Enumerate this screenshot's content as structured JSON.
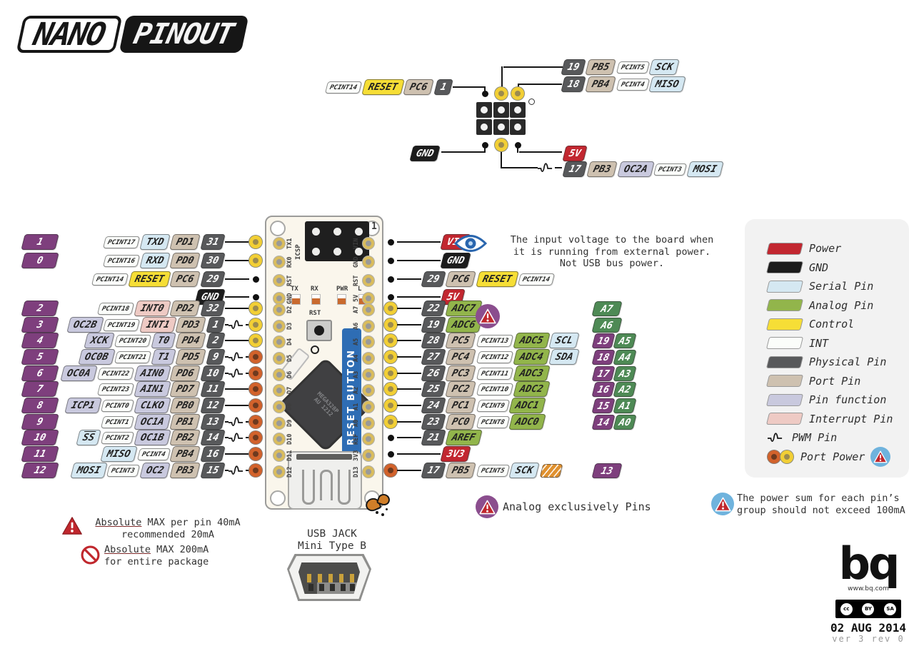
{
  "logo": {
    "name": "NANO",
    "variant": "PINOUT"
  },
  "colors": {
    "power": "#C22730",
    "gnd": "#1C1C1C",
    "serial": "#D5E8F2",
    "analog": "#92B54B",
    "analog_dark": "#4E8A55",
    "control": "#F6DE36",
    "int": "#FBFDFA",
    "physical": "#58595B",
    "port": "#CEC1B0",
    "pin_function": "#C9C9DE",
    "interrupt": "#EECAC4",
    "digital_purple": "#7E3F7D",
    "led": "#E0912F",
    "pin_yellow": "#F2CF35",
    "pin_orange": "#D2622B",
    "banner_blue": "#2E6DB4",
    "board": "#FAF6EC"
  },
  "icsp_header": {
    "sck": [
      {
        "t": "19",
        "c": "physical"
      },
      {
        "t": "PB5",
        "c": "port"
      },
      {
        "t": "PCINT5",
        "c": "int"
      },
      {
        "t": "SCK",
        "c": "serial"
      }
    ],
    "miso": [
      {
        "t": "18",
        "c": "physical"
      },
      {
        "t": "PB4",
        "c": "port"
      },
      {
        "t": "PCINT4",
        "c": "int"
      },
      {
        "t": "MISO",
        "c": "serial"
      }
    ],
    "reset": [
      {
        "t": "PCINT14",
        "c": "int"
      },
      {
        "t": "RESET",
        "c": "control"
      },
      {
        "t": "PC6",
        "c": "port"
      },
      {
        "t": "1",
        "c": "physical"
      }
    ],
    "gnd": [
      {
        "t": "GND",
        "c": "gnd"
      }
    ],
    "v5": [
      {
        "t": "5V",
        "c": "power"
      }
    ],
    "mosi": [
      {
        "t": "17",
        "c": "physical"
      },
      {
        "t": "PB3",
        "c": "port"
      },
      {
        "t": "OC2A",
        "c": "function"
      },
      {
        "t": "PCINT3",
        "c": "int"
      },
      {
        "t": "MOSI",
        "c": "serial"
      }
    ]
  },
  "left_rows": [
    {
      "digit": "1",
      "badges": [
        {
          "t": "PCINT17",
          "c": "int"
        },
        {
          "t": "TXD",
          "c": "serial"
        },
        {
          "t": "PD1",
          "c": "port"
        },
        {
          "t": "31",
          "c": "physical"
        }
      ],
      "pin": "yellow"
    },
    {
      "digit": "0",
      "badges": [
        {
          "t": "PCINT16",
          "c": "int"
        },
        {
          "t": "RXD",
          "c": "serial"
        },
        {
          "t": "PD0",
          "c": "port"
        },
        {
          "t": "30",
          "c": "physical"
        }
      ],
      "pin": "yellow"
    },
    {
      "digit": null,
      "badges": [
        {
          "t": "PCINT14",
          "c": "int"
        },
        {
          "t": "RESET",
          "c": "control"
        },
        {
          "t": "PC6",
          "c": "port"
        },
        {
          "t": "29",
          "c": "physical"
        }
      ],
      "pin": "dot"
    },
    {
      "digit": null,
      "badges": [
        {
          "t": "GND",
          "c": "gnd"
        }
      ],
      "pin": "dot"
    },
    {
      "digit": "2",
      "badges": [
        {
          "t": "PCINT18",
          "c": "int"
        },
        {
          "t": "INT0",
          "c": "interrupt"
        },
        {
          "t": "PD2",
          "c": "port"
        },
        {
          "t": "32",
          "c": "physical"
        }
      ],
      "pin": "yellow"
    },
    {
      "digit": "3",
      "badges": [
        {
          "t": "OC2B",
          "c": "function"
        },
        {
          "t": "PCINT19",
          "c": "int"
        },
        {
          "t": "INT1",
          "c": "interrupt"
        },
        {
          "t": "PD3",
          "c": "port"
        },
        {
          "t": "1",
          "c": "physical"
        }
      ],
      "pin": "yellow",
      "pwm": true
    },
    {
      "digit": "4",
      "badges": [
        {
          "t": "XCK",
          "c": "function"
        },
        {
          "t": "PCINT20",
          "c": "int"
        },
        {
          "t": "T0",
          "c": "function"
        },
        {
          "t": "PD4",
          "c": "port"
        },
        {
          "t": "2",
          "c": "physical"
        }
      ],
      "pin": "yellow"
    },
    {
      "digit": "5",
      "badges": [
        {
          "t": "OC0B",
          "c": "function"
        },
        {
          "t": "PCINT21",
          "c": "int"
        },
        {
          "t": "T1",
          "c": "function"
        },
        {
          "t": "PD5",
          "c": "port"
        },
        {
          "t": "9",
          "c": "physical"
        }
      ],
      "pin": "orange",
      "pwm": true
    },
    {
      "digit": "6",
      "badges": [
        {
          "t": "OC0A",
          "c": "function"
        },
        {
          "t": "PCINT22",
          "c": "int"
        },
        {
          "t": "AIN0",
          "c": "function"
        },
        {
          "t": "PD6",
          "c": "port"
        },
        {
          "t": "10",
          "c": "physical"
        }
      ],
      "pin": "orange",
      "pwm": true
    },
    {
      "digit": "7",
      "badges": [
        {
          "t": "PCINT23",
          "c": "int"
        },
        {
          "t": "AIN1",
          "c": "function"
        },
        {
          "t": "PD7",
          "c": "port"
        },
        {
          "t": "11",
          "c": "physical"
        }
      ],
      "pin": "orange"
    },
    {
      "digit": "8",
      "badges": [
        {
          "t": "ICP1",
          "c": "function"
        },
        {
          "t": "PCINT0",
          "c": "int"
        },
        {
          "t": "CLKO",
          "c": "function"
        },
        {
          "t": "PB0",
          "c": "port"
        },
        {
          "t": "12",
          "c": "physical"
        }
      ],
      "pin": "orange"
    },
    {
      "digit": "9",
      "badges": [
        {
          "t": "PCINT1",
          "c": "int"
        },
        {
          "t": "OC1A",
          "c": "function"
        },
        {
          "t": "PB1",
          "c": "port"
        },
        {
          "t": "13",
          "c": "physical"
        }
      ],
      "pin": "orange",
      "pwm": true
    },
    {
      "digit": "10",
      "badges": [
        {
          "t": "SS",
          "c": "serial",
          "o": true
        },
        {
          "t": "PCINT2",
          "c": "int"
        },
        {
          "t": "OC1B",
          "c": "function"
        },
        {
          "t": "PB2",
          "c": "port"
        },
        {
          "t": "14",
          "c": "physical"
        }
      ],
      "pin": "orange",
      "pwm": true
    },
    {
      "digit": "11",
      "badges": [
        {
          "t": "MISO",
          "c": "serial"
        },
        {
          "t": "PCINT4",
          "c": "int"
        },
        {
          "t": "PB4",
          "c": "port"
        },
        {
          "t": "16",
          "c": "physical"
        }
      ],
      "pin": "orange"
    },
    {
      "digit": "12",
      "badges": [
        {
          "t": "MOSI",
          "c": "serial"
        },
        {
          "t": "PCINT3",
          "c": "int"
        },
        {
          "t": "OC2",
          "c": "function"
        },
        {
          "t": "PB3",
          "c": "port"
        },
        {
          "t": "15",
          "c": "physical"
        }
      ],
      "pin": "orange",
      "pwm": true
    }
  ],
  "right_rows": [
    {
      "badges": [
        {
          "t": "VIN",
          "c": "power"
        }
      ],
      "pin": "dot",
      "indent": true
    },
    {
      "badges": [
        {
          "t": "GND",
          "c": "gnd"
        }
      ],
      "pin": "dot",
      "indent": true
    },
    {
      "badges": [
        {
          "t": "29",
          "c": "physical"
        },
        {
          "t": "PC6",
          "c": "port"
        },
        {
          "t": "RESET",
          "c": "control"
        },
        {
          "t": "PCINT14",
          "c": "int"
        }
      ],
      "pin": "dot"
    },
    {
      "badges": [
        {
          "t": "5V",
          "c": "power"
        }
      ],
      "pin": "dot",
      "indent": true
    },
    {
      "badges": [
        {
          "t": "22",
          "c": "physical"
        },
        {
          "t": "ADC7",
          "c": "analog"
        }
      ],
      "pin": "yellow",
      "far": [
        {
          "t": "A7",
          "c": "agreen",
          "w": true
        }
      ]
    },
    {
      "badges": [
        {
          "t": "19",
          "c": "physical"
        },
        {
          "t": "ADC6",
          "c": "analog"
        }
      ],
      "pin": "yellow",
      "far": [
        {
          "t": "A6",
          "c": "agreen",
          "w": true
        }
      ]
    },
    {
      "badges": [
        {
          "t": "28",
          "c": "physical"
        },
        {
          "t": "PC5",
          "c": "port"
        },
        {
          "t": "PCINT13",
          "c": "int"
        },
        {
          "t": "ADC5",
          "c": "analog"
        },
        {
          "t": "SCL",
          "c": "serial"
        }
      ],
      "pin": "yellow",
      "far": [
        {
          "t": "19",
          "c": "apurple"
        },
        {
          "t": "A5",
          "c": "agreen"
        }
      ]
    },
    {
      "badges": [
        {
          "t": "27",
          "c": "physical"
        },
        {
          "t": "PC4",
          "c": "port"
        },
        {
          "t": "PCINT12",
          "c": "int"
        },
        {
          "t": "ADC4",
          "c": "analog"
        },
        {
          "t": "SDA",
          "c": "serial"
        }
      ],
      "pin": "yellow",
      "far": [
        {
          "t": "18",
          "c": "apurple"
        },
        {
          "t": "A4",
          "c": "agreen"
        }
      ]
    },
    {
      "badges": [
        {
          "t": "26",
          "c": "physical"
        },
        {
          "t": "PC3",
          "c": "port"
        },
        {
          "t": "PCINT11",
          "c": "int"
        },
        {
          "t": "ADC3",
          "c": "analog"
        }
      ],
      "pin": "yellow",
      "far": [
        {
          "t": "17",
          "c": "apurple"
        },
        {
          "t": "A3",
          "c": "agreen"
        }
      ]
    },
    {
      "badges": [
        {
          "t": "25",
          "c": "physical"
        },
        {
          "t": "PC2",
          "c": "port"
        },
        {
          "t": "PCINT10",
          "c": "int"
        },
        {
          "t": "ADC2",
          "c": "analog"
        }
      ],
      "pin": "yellow",
      "far": [
        {
          "t": "16",
          "c": "apurple"
        },
        {
          "t": "A2",
          "c": "agreen"
        }
      ]
    },
    {
      "badges": [
        {
          "t": "24",
          "c": "physical"
        },
        {
          "t": "PC1",
          "c": "port"
        },
        {
          "t": "PCINT9",
          "c": "int"
        },
        {
          "t": "ADC1",
          "c": "analog"
        }
      ],
      "pin": "yellow",
      "far": [
        {
          "t": "15",
          "c": "apurple"
        },
        {
          "t": "A1",
          "c": "agreen"
        }
      ]
    },
    {
      "badges": [
        {
          "t": "23",
          "c": "physical"
        },
        {
          "t": "PC0",
          "c": "port"
        },
        {
          "t": "PCINT8",
          "c": "int"
        },
        {
          "t": "ADC0",
          "c": "analog"
        }
      ],
      "pin": "yellow",
      "far": [
        {
          "t": "14",
          "c": "apurple"
        },
        {
          "t": "A0",
          "c": "agreen"
        }
      ]
    },
    {
      "badges": [
        {
          "t": "21",
          "c": "physical"
        },
        {
          "t": "AREF",
          "c": "analog"
        }
      ],
      "pin": "dot"
    },
    {
      "badges": [
        {
          "t": "3V3",
          "c": "power"
        }
      ],
      "pin": "dot",
      "indent": true
    },
    {
      "badges": [
        {
          "t": "17",
          "c": "physical"
        },
        {
          "t": "PB5",
          "c": "port"
        },
        {
          "t": "PCINT5",
          "c": "int"
        },
        {
          "t": "SCK",
          "c": "serial"
        },
        {
          "t": "",
          "c": "led"
        }
      ],
      "pin": "orange",
      "far": [
        {
          "t": "13",
          "c": "apurple",
          "w": true
        }
      ]
    }
  ],
  "vin_note": {
    "l1": "The input voltage to the board when",
    "l2": "it is running from external power.",
    "l3": "Not USB bus power."
  },
  "board": {
    "icsp_label": "ICSP",
    "icsp_pin1": "1",
    "left_pads": [
      "TX1",
      "RX0",
      "RST",
      "GND",
      "D2",
      "D3",
      "D4",
      "D5",
      "D6",
      "D7",
      "D8",
      "D9",
      "D10",
      "D11",
      "D12"
    ],
    "right_pads": [
      "VIN",
      "GND",
      "RST",
      "5V",
      "A7",
      "A6",
      "A5",
      "A4",
      "A3",
      "A2",
      "A1",
      "A0",
      "REF",
      "3V3",
      "D13"
    ],
    "leds": [
      "TX",
      "RX",
      "PWR",
      "L"
    ],
    "reset_label": "RST",
    "reset_banner": "RESET BUTTON",
    "chip_line1": "MEGA328P",
    "chip_line2": "AU 1212"
  },
  "legend": {
    "items": [
      {
        "label": "Power",
        "c": "power"
      },
      {
        "label": "GND",
        "c": "gnd"
      },
      {
        "label": "Serial Pin",
        "c": "serial"
      },
      {
        "label": "Analog Pin",
        "c": "analog"
      },
      {
        "label": "Control",
        "c": "control"
      },
      {
        "label": "INT",
        "c": "int"
      },
      {
        "label": "Physical Pin",
        "c": "physical"
      },
      {
        "label": "Port Pin",
        "c": "port"
      },
      {
        "label": "Pin function",
        "c": "function"
      },
      {
        "label": "Interrupt Pin",
        "c": "interrupt"
      },
      {
        "label": "PWM Pin",
        "c": "pwm"
      },
      {
        "label": "Port Power",
        "c": "portpower"
      }
    ]
  },
  "notes": {
    "max_pin": {
      "u": "Absolute",
      "l1rest": " MAX per pin 40mA",
      "l2": "recommended 20mA"
    },
    "max_pkg": {
      "u": "Absolute",
      "l1rest": " MAX 200mA",
      "l2": "for entire package"
    },
    "usb": {
      "l1": "USB JACK",
      "l2": "Mini Type B"
    },
    "analog": "Analog exclusively Pins",
    "power_sum": {
      "l1": "The power sum for each pin’s",
      "l2": "group should not exceed 100mA"
    }
  },
  "footer": {
    "brand": "bq",
    "url": "www.bq.com",
    "cc": [
      "cc",
      "BY",
      "SA"
    ],
    "date": "02 AUG 2014",
    "version": "ver 3 rev 0"
  }
}
